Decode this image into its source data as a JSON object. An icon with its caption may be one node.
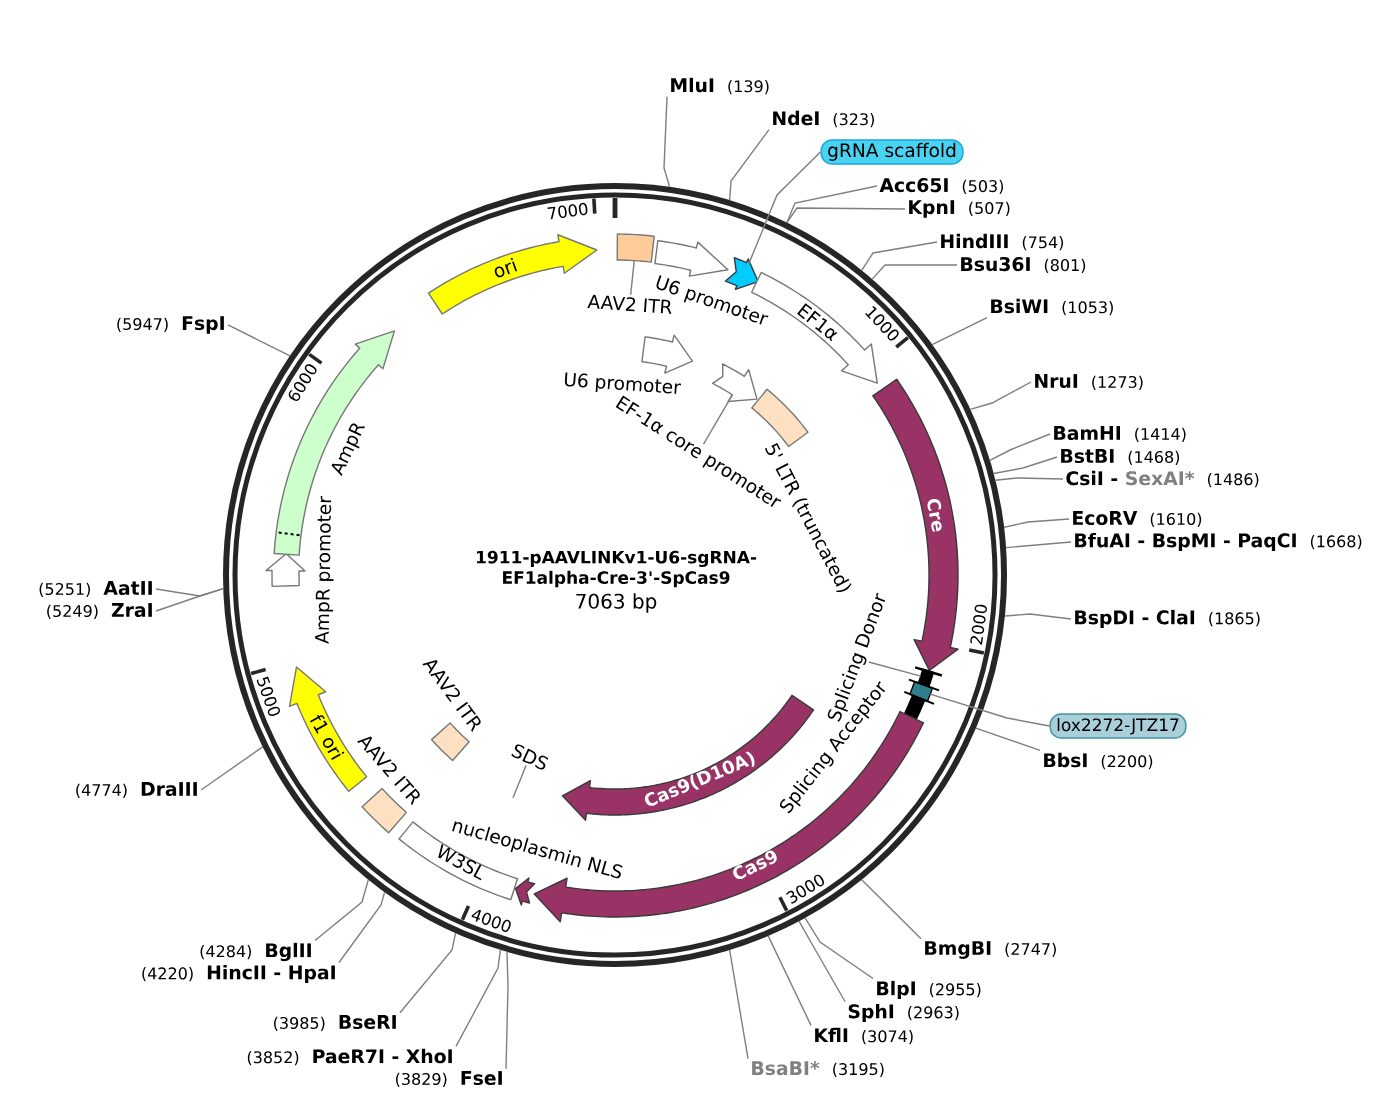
{
  "diagram": {
    "title": "1911-pAAVLINKv1-U6-sgRNA-EF1alpha-Cre-3'-SpCas9",
    "nodes": [
      {
        "text": [],
        "shape": "circle"
      },
      {
        "text": [
          "AAV2 ITR"
        ],
        "in": 0
      },
      {
        "text": [],
        "shape": "box",
        "in": 0
      },
      {
        "text": [
          "U6 promoter"
        ],
        "in": 0
      },
      {
        "text": [
          "gRNA scaffold"
        ]
      },
      {
        "text": [],
        "shape": "arrow",
        "in": 0
      },
      {
        "text": [
          "EF1α"
        ],
        "in": 0
      },
      {
        "text": [
          "Cre"
        ],
        "in": 0
      },
      {
        "text": [
          "Splicing Donor"
        ],
        "in": 0
      },
      {
        "text": [],
        "shape": "bar",
        "in": 0
      },
      {
        "text": [
          "lox2272-JTZ17"
        ]
      },
      {
        "text": [],
        "shape": "box",
        "in": 0
      },
      {
        "text": [
          "Splicing Acceptor"
        ],
        "in": 0
      },
      {
        "text": [
          "Cas9"
        ],
        "in": 0
      },
      {
        "text": [
          "nucleoplasmin NLS"
        ],
        "in": 0
      },
      {
        "text": [
          "W3SL"
        ],
        "in": 0
      },
      {
        "text": [
          "AAV2 ITR"
        ],
        "in": 0
      },
      {
        "text": [
          "f1 ori"
        ],
        "in": 0
      },
      {
        "text": [
          "AmpR promoter"
        ],
        "in": 0
      },
      {
        "text": [
          "AmpR"
        ],
        "in": 0
      },
      {
        "text": [
          "ori"
        ],
        "in": 0
      },
      {
        "text": [
          "U6 promoter"
        ],
        "in": 0
      },
      {
        "text": [
          "EF-1α core promoter"
        ],
        "in": 0
      },
      {
        "text": [],
        "shape": "arrow",
        "in": 0
      },
      {
        "text": [
          "5' LTR (truncated)"
        ],
        "in": 0
      },
      {
        "text": [
          "Cas9(D10A)"
        ],
        "in": 0
      },
      {
        "text": [
          "SDS"
        ],
        "in": 0
      },
      {
        "text": [
          "AAV2 ITR"
        ],
        "in": 0
      },
      {
        "text": [
          "MluI",
          "(139)"
        ]
      },
      {
        "text": [
          "NdeI",
          "(323)"
        ]
      },
      {
        "text": [
          "Acc65I",
          "(503)"
        ]
      },
      {
        "text": [
          "KpnI",
          "(507)"
        ]
      },
      {
        "text": [
          "HindIII",
          "(754)"
        ]
      },
      {
        "text": [
          "Bsu36I",
          "(801)"
        ]
      },
      {
        "text": [
          "BsiWI",
          "(1053)"
        ]
      },
      {
        "text": [
          "NruI",
          "(1273)"
        ]
      },
      {
        "text": [
          "BamHI",
          "(1414)"
        ]
      },
      {
        "text": [
          "BstBI",
          "(1468)"
        ]
      },
      {
        "text": [
          "CsiI -",
          "SexAI*",
          "(1486)"
        ]
      },
      {
        "text": [
          "EcoRV",
          "(1610)"
        ]
      },
      {
        "text": [
          "BfuAI - BspMI - PaqCI",
          "(1668)"
        ]
      },
      {
        "text": [
          "BspDI - ClaI",
          "(1865)"
        ]
      },
      {
        "text": [
          "BbsI",
          "(2200)"
        ]
      },
      {
        "text": [
          "BmgBI",
          "(2747)"
        ]
      },
      {
        "text": [
          "BlpI",
          "(2955)"
        ]
      },
      {
        "text": [
          "SphI",
          "(2963)"
        ]
      },
      {
        "text": [
          "KflI",
          "(3074)"
        ]
      },
      {
        "text": [
          "BsaBI*",
          "(3195)"
        ]
      },
      {
        "text": [
          "(3829)",
          "FseI"
        ]
      },
      {
        "text": [
          "(3852)",
          "PaeR7I - XhoI"
        ]
      },
      {
        "text": [
          "(3985)",
          "BseRI"
        ]
      },
      {
        "text": [
          "(4220)",
          "HincII - HpaI"
        ]
      },
      {
        "text": [
          "(4284)",
          "BglII"
        ]
      },
      {
        "text": [
          "(4774)",
          "DraIII"
        ]
      },
      {
        "text": [
          "(5251)",
          "AatII"
        ]
      },
      {
        "text": [
          "(5249)",
          "ZraI"
        ]
      },
      {
        "text": [
          "(5947)",
          "FspI"
        ]
      }
    ],
    "edges": [
      {
        "from": 1,
        "to": 2,
        "arrow": "none"
      },
      {
        "from": 4,
        "to": 5,
        "arrow": "none"
      },
      {
        "from": 8,
        "to": 9,
        "arrow": "none"
      },
      {
        "from": 10,
        "to": 11,
        "arrow": "none"
      },
      {
        "from": 22,
        "to": 23,
        "arrow": "none"
      },
      {
        "from": 26,
        "to": null,
        "arrow": "none"
      },
      {
        "from": 28,
        "to": 0,
        "arrow": "none"
      },
      {
        "from": 29,
        "to": 0,
        "arrow": "none"
      },
      {
        "from": 30,
        "to": 0,
        "arrow": "none"
      },
      {
        "from": 31,
        "to": 0,
        "arrow": "none"
      },
      {
        "from": 32,
        "to": 0,
        "arrow": "none"
      },
      {
        "from": 33,
        "to": 0,
        "arrow": "none"
      },
      {
        "from": 34,
        "to": 0,
        "arrow": "none"
      },
      {
        "from": 35,
        "to": 0,
        "arrow": "none"
      },
      {
        "from": 36,
        "to": 0,
        "arrow": "none"
      },
      {
        "from": 37,
        "to": 0,
        "arrow": "none"
      },
      {
        "from": 38,
        "to": 0,
        "arrow": "none"
      },
      {
        "from": 39,
        "to": 0,
        "arrow": "none"
      },
      {
        "from": 40,
        "to": 0,
        "arrow": "none"
      },
      {
        "from": 41,
        "to": 0,
        "arrow": "none"
      },
      {
        "from": 42,
        "to": 0,
        "arrow": "none"
      },
      {
        "from": 43,
        "to": 0,
        "arrow": "none"
      },
      {
        "from": 44,
        "to": 0,
        "arrow": "none"
      },
      {
        "from": 45,
        "to": 0,
        "arrow": "none"
      },
      {
        "from": 46,
        "to": 0,
        "arrow": "none"
      },
      {
        "from": 47,
        "to": 0,
        "arrow": "none"
      },
      {
        "from": 48,
        "to": 0,
        "arrow": "none"
      },
      {
        "from": 49,
        "to": 0,
        "arrow": "none"
      },
      {
        "from": 50,
        "to": 0,
        "arrow": "none"
      },
      {
        "from": 51,
        "to": 0,
        "arrow": "none"
      },
      {
        "from": 52,
        "to": 0,
        "arrow": "none"
      },
      {
        "from": 53,
        "to": 0,
        "arrow": "none"
      },
      {
        "from": 54,
        "to": 0,
        "arrow": "none"
      },
      {
        "from": 55,
        "to": 0,
        "arrow": "none"
      },
      {
        "from": 56,
        "to": 0,
        "arrow": "none"
      }
    ],
    "labels": [
      "7063 bp",
      "7000",
      "1000",
      "2000",
      "3000",
      "4000",
      "5000",
      "6000"
    ]
  }
}
